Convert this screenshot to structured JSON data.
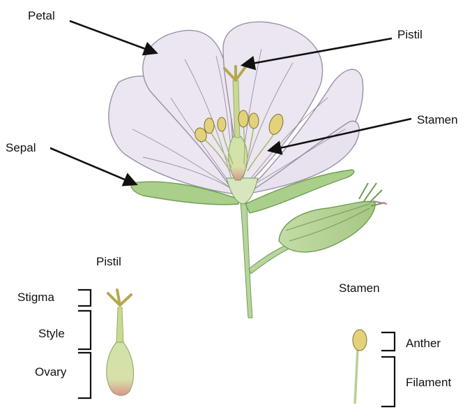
{
  "labels": {
    "petal": "Petal",
    "pistil": "Pistil",
    "stamen": "Stamen",
    "sepal": "Sepal"
  },
  "pistil_detail": {
    "title": "Pistil",
    "stigma": "Stigma",
    "style": "Style",
    "ovary": "Ovary"
  },
  "stamen_detail": {
    "title": "Stamen",
    "anther": "Anther",
    "filament": "Filament"
  },
  "colors": {
    "petal_fill": "#ece6f0",
    "petal_edge": "#9a8fa5",
    "vein": "#8c8094",
    "green": "#a9cf8a",
    "green_dark": "#6f9e55",
    "stem": "#b9d49c",
    "anther": "#e3d27a",
    "ovary_tint": "#d98a84",
    "ink": "#111111"
  }
}
